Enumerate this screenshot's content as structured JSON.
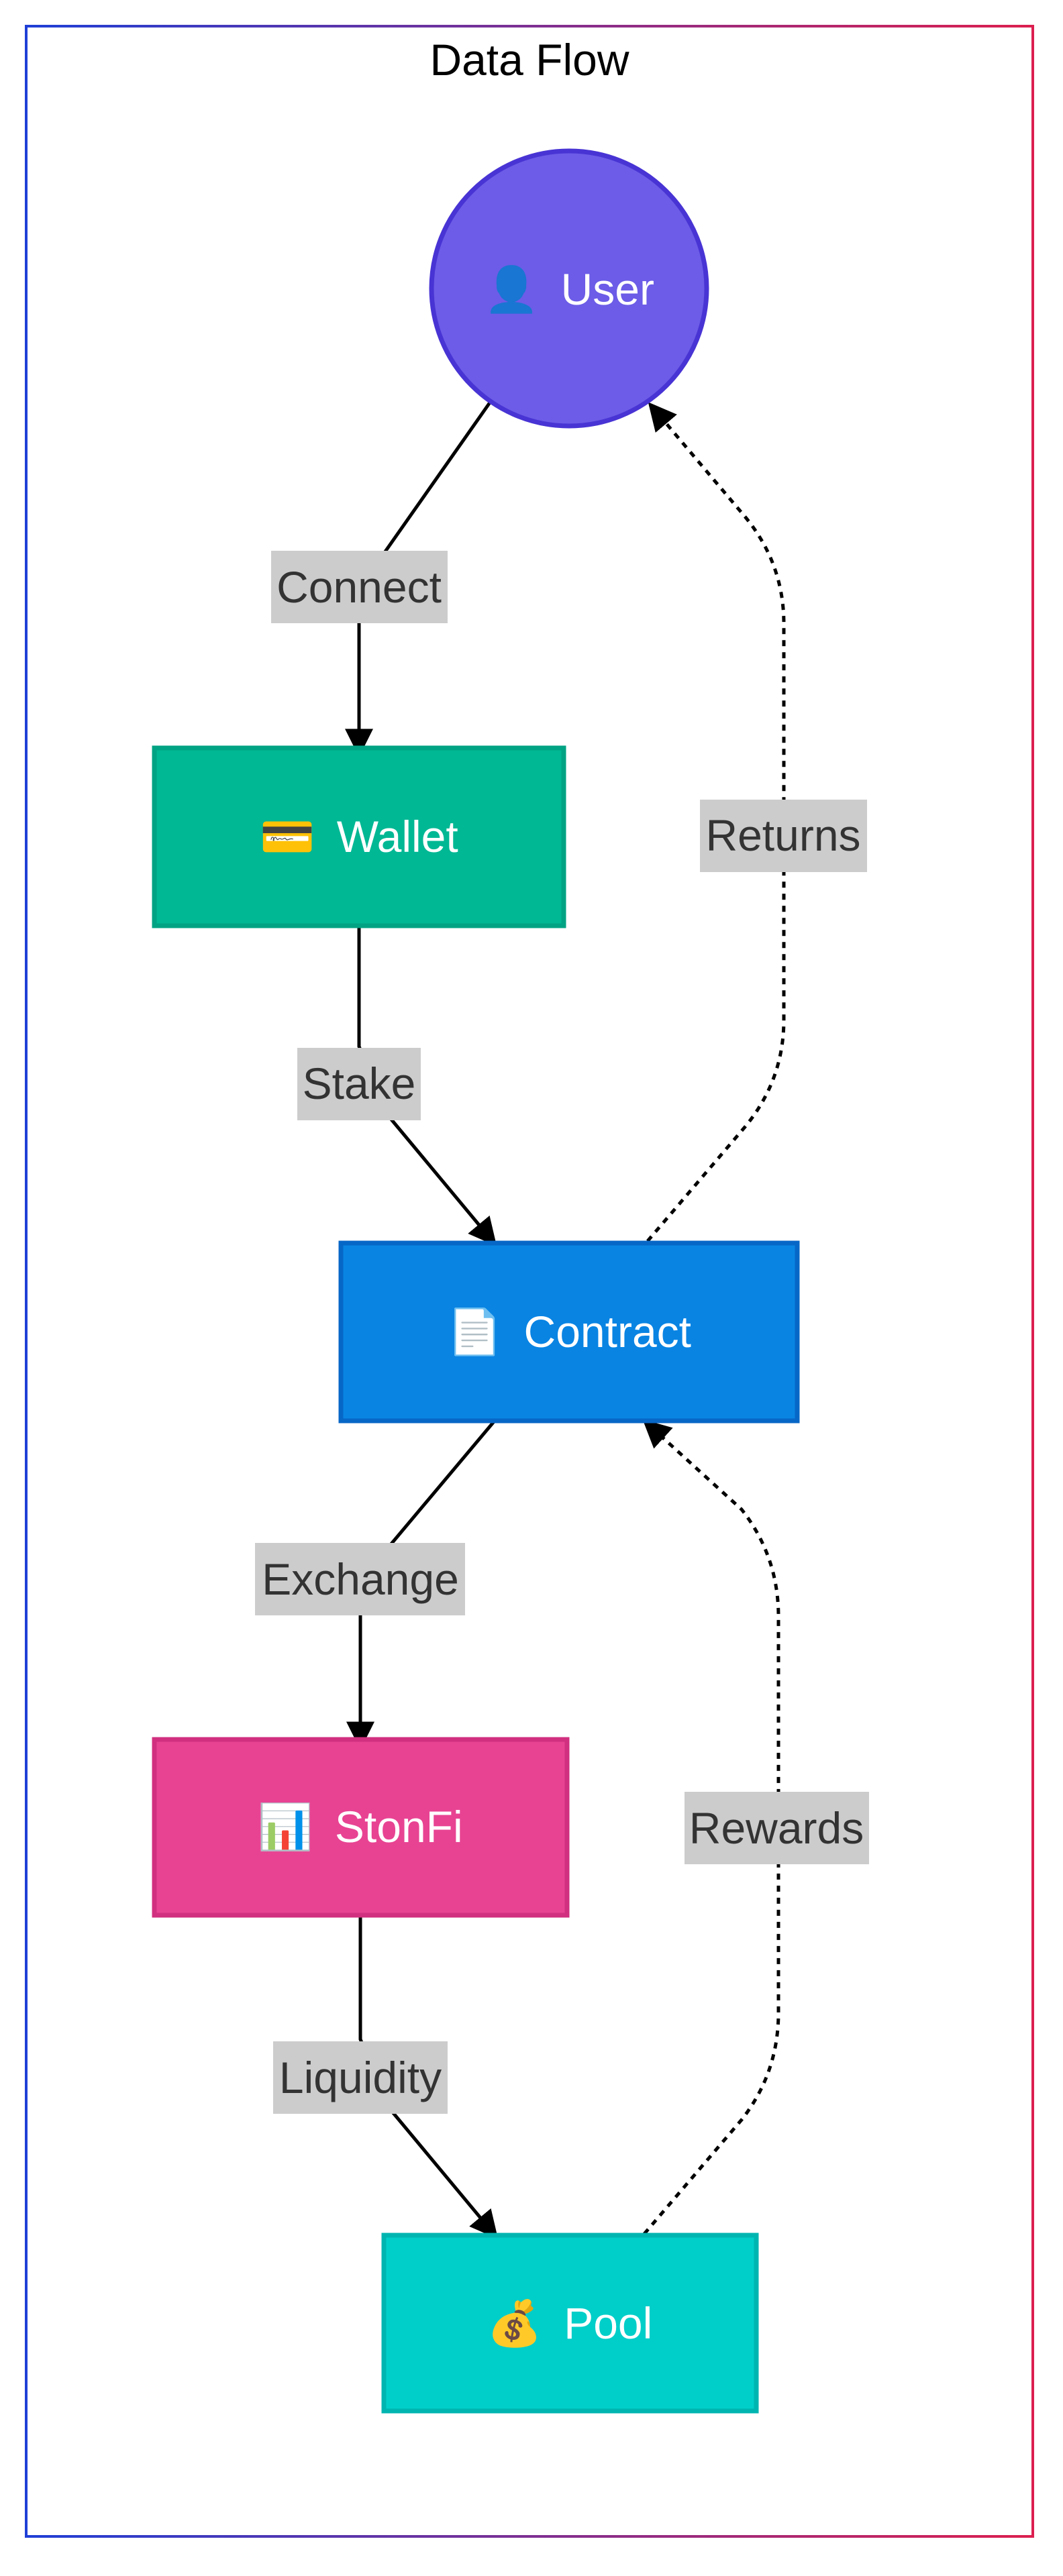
{
  "title": "Data Flow",
  "colors": {
    "frame_start": "#1f3fd6",
    "frame_end": "#dc1f4f",
    "user": "#6c5ce7",
    "user_stroke": "#4834d4",
    "wallet": "#00b894",
    "wallet_stroke": "#00a383",
    "contract": "#0984e3",
    "contract_stroke": "#0767c7",
    "stonfi": "#e84393",
    "stonfi_stroke": "#d12f7f",
    "pool": "#00cec9",
    "pool_stroke": "#00b5b0",
    "edge_label_bg": "#cccccc"
  },
  "nodes": {
    "user": {
      "icon": "👤",
      "label": "User",
      "icon_name": "user-icon"
    },
    "wallet": {
      "icon": "💳",
      "label": "Wallet",
      "icon_name": "credit-card-icon"
    },
    "contract": {
      "icon": "📄",
      "label": "Contract",
      "icon_name": "document-icon"
    },
    "stonfi": {
      "icon": "📊",
      "label": "StonFi",
      "icon_name": "bar-chart-icon"
    },
    "pool": {
      "icon": "💰",
      "label": "Pool",
      "icon_name": "money-bag-icon"
    }
  },
  "edges": {
    "connect": {
      "label": "Connect",
      "from": "User",
      "to": "Wallet",
      "style": "solid"
    },
    "stake": {
      "label": "Stake",
      "from": "Wallet",
      "to": "Contract",
      "style": "solid"
    },
    "returns": {
      "label": "Returns",
      "from": "Contract",
      "to": "User",
      "style": "dotted"
    },
    "exchange": {
      "label": "Exchange",
      "from": "Contract",
      "to": "StonFi",
      "style": "solid"
    },
    "liquidity": {
      "label": "Liquidity",
      "from": "StonFi",
      "to": "Pool",
      "style": "solid"
    },
    "rewards": {
      "label": "Rewards",
      "from": "Pool",
      "to": "Contract",
      "style": "dotted"
    }
  }
}
